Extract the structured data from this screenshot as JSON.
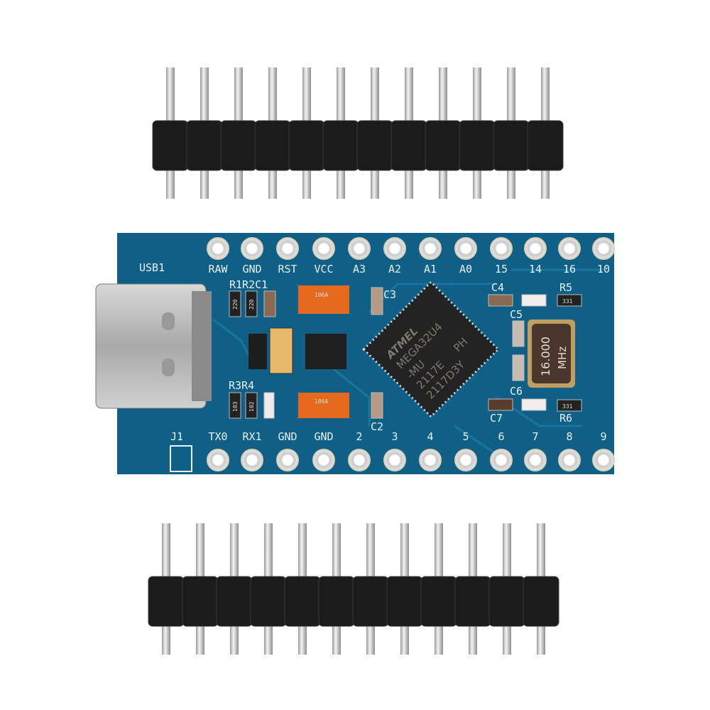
{
  "board": {
    "pcb_color": "#0f5f86",
    "top_pin_labels": [
      "RAW",
      "GND",
      "RST",
      "VCC",
      "A3",
      "A2",
      "A1",
      "A0",
      "15",
      "14",
      "16",
      "10"
    ],
    "bottom_pin_labels": [
      "TX0",
      "RX1",
      "GND",
      "GND",
      "2",
      "3",
      "4",
      "5",
      "6",
      "7",
      "8",
      "9"
    ],
    "silkscreen": {
      "usb": "USB1",
      "r1r2c1": "R1R2C1",
      "c3": "C3",
      "c4": "C4",
      "r5": "R5",
      "c5": "C5",
      "c6": "C6",
      "c7": "C7",
      "r6": "R6",
      "r3r4": "R3R4",
      "j1": "J1",
      "c2": "C2"
    },
    "mcu": {
      "brand": "ATMEL",
      "line1": "MEGA32U4",
      "line2": "-MU",
      "line3": "2117E",
      "line4": "2117D3Y",
      "suffix": "PH"
    },
    "crystal": {
      "line1": "16.000",
      "line2": "MHz"
    },
    "resistor_codes": [
      "220",
      "220",
      "103",
      "102",
      "331",
      "331"
    ],
    "capacitor_code": "106A"
  },
  "headers": {
    "pin_count": 12,
    "count": 2
  }
}
